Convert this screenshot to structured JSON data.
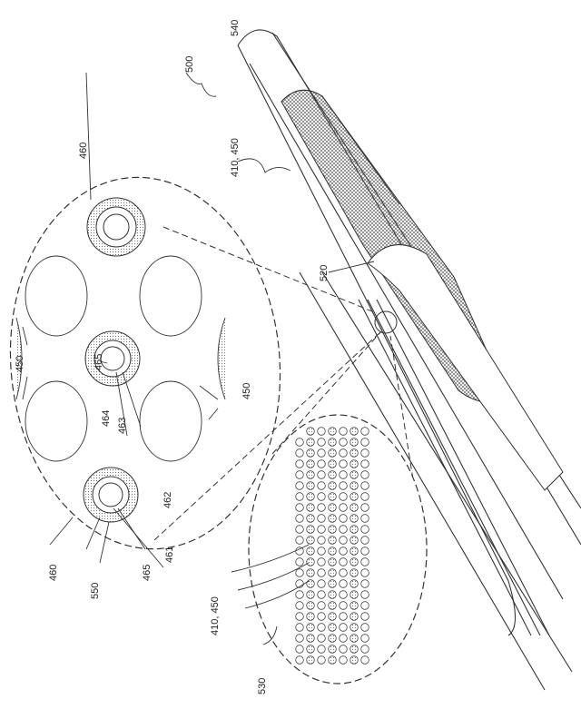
{
  "figure": {
    "reference": "500",
    "labels": {
      "tube": "540",
      "fiber_bundle": "410, 450",
      "inner_tube": "520",
      "callout_small": "530",
      "callout_small_fibers": "410, 450",
      "cross_section": "550",
      "element_top": "460",
      "element_bottom": "460",
      "ring_a": "465",
      "ring_b": "465",
      "core_a": "461",
      "core_b": "462",
      "ring_c": "463",
      "ring_d": "464",
      "outer_left": "450",
      "outer_right": "450"
    }
  }
}
